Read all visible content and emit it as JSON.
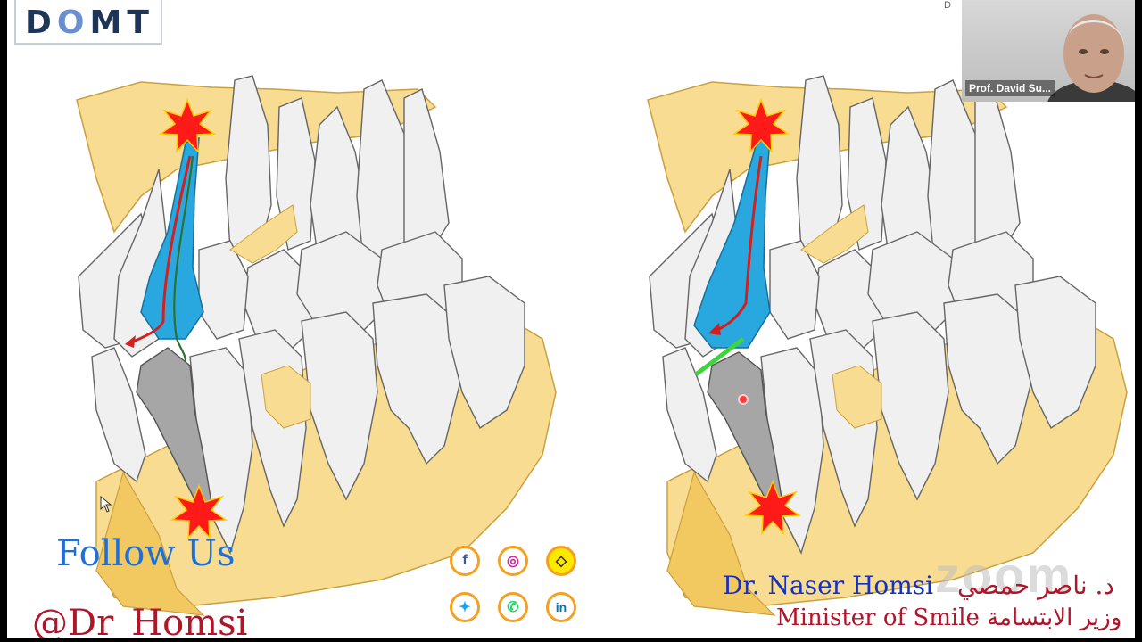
{
  "logo": {
    "text_d": "D",
    "text_o": "O",
    "text_mt": "MT"
  },
  "video": {
    "participant_name": "Prof. David Su..."
  },
  "panel_edge_text": "D",
  "watermark": {
    "text": "zoom"
  },
  "follow": {
    "text": "Follow Us",
    "handle": "@Dr_Homsi"
  },
  "social_icons": [
    "facebook-icon",
    "instagram-icon",
    "snapchat-icon",
    "twitter-icon",
    "whatsapp-icon",
    "linkedin-icon"
  ],
  "credit": {
    "name_en": "Dr. Naser Homsi",
    "name_ar": "د. ناصر حمصي",
    "title": "Minister of Smile وزير الابتسامة"
  },
  "colors": {
    "bone": "#f7dc92",
    "bone_stroke": "#c9a040",
    "tooth": "#f0f0f0",
    "blue_tooth": "#29a8e0",
    "gray_tooth": "#a6a6a6",
    "star": "#ff1a1a",
    "arrow_red": "#d0201f",
    "arrow_green": "#2f6f2f",
    "line_green": "#3ed43e"
  }
}
